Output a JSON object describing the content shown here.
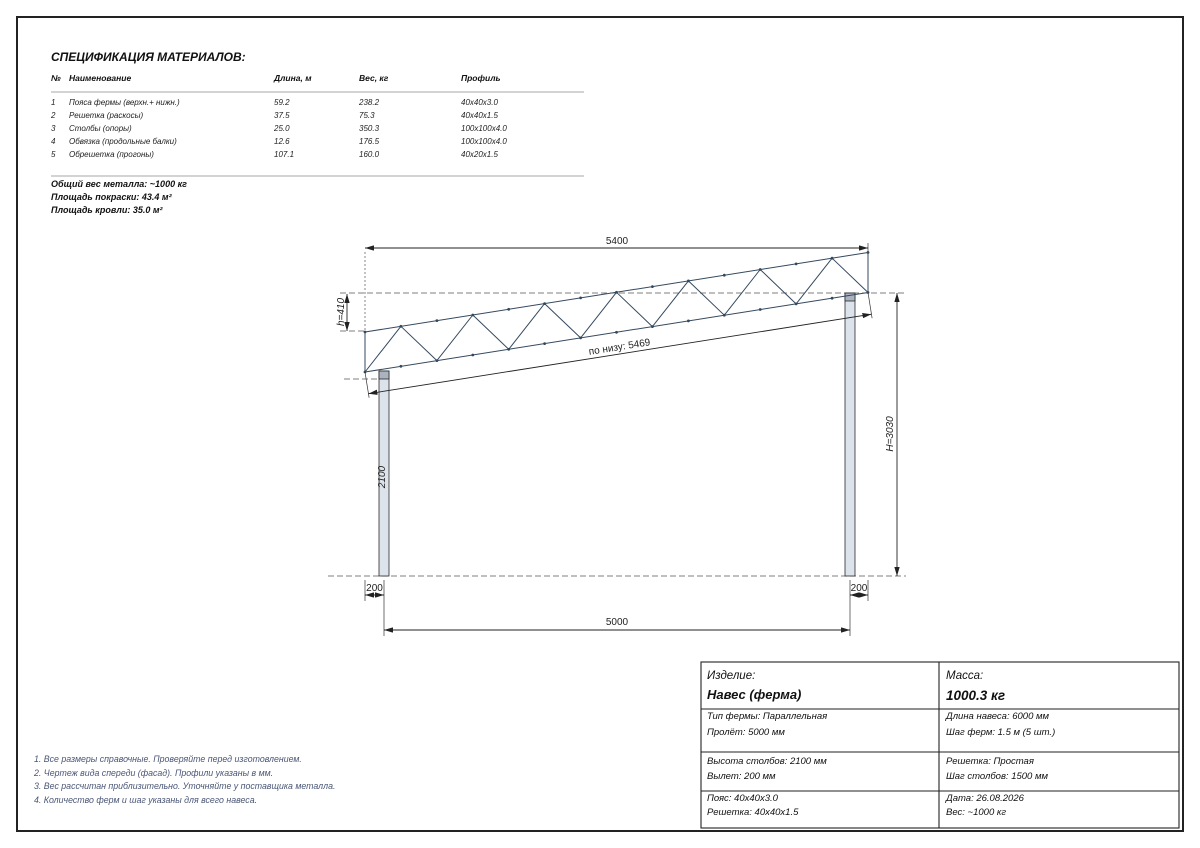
{
  "spec": {
    "title": "СПЕЦИФИКАЦИЯ МАТЕРИАЛОВ:",
    "headers": {
      "num": "№",
      "name": "Наименование",
      "length": "Длина, м",
      "weight": "Вес, кг",
      "profile": "Профиль"
    },
    "rows": [
      {
        "num": "1",
        "name": "Пояса фермы (верхн.+ нижн.)",
        "length": "59.2",
        "weight": "238.2",
        "profile": "40x40x3.0"
      },
      {
        "num": "2",
        "name": "Решетка (раскосы)",
        "length": "37.5",
        "weight": "75.3",
        "profile": "40x40x1.5"
      },
      {
        "num": "3",
        "name": "Столбы (опоры)",
        "length": "25.0",
        "weight": "350.3",
        "profile": "100x100x4.0"
      },
      {
        "num": "4",
        "name": "Обвязка (продольные балки)",
        "length": "12.6",
        "weight": "176.5",
        "profile": "100x100x4.0"
      },
      {
        "num": "5",
        "name": "Обрешетка (прогоны)",
        "length": "107.1",
        "weight": "160.0",
        "profile": "40x20x1.5"
      }
    ],
    "summary": [
      "Общий вес металла: ~1000 кг",
      "Площадь покраски: 43.4 м²",
      "Площадь кровли: 35.0 м²"
    ]
  },
  "drawing": {
    "dimensions": {
      "truss_top_length": "5400",
      "truss_height": "h=410",
      "truss_bottom_length": "по низу: 5469",
      "column_height": "2100",
      "total_height": "H=3030",
      "overhang_left": "200",
      "overhang_right": "200",
      "span": "5000"
    }
  },
  "title_block": {
    "product_label": "Изделие:",
    "product_value": "Навес (ферма)",
    "mass_label": "Масса:",
    "mass_value": "1000.3 кг",
    "rows": [
      {
        "left": [
          "Тип фермы: Параллельная",
          "Пролёт: 5000 мм"
        ],
        "right": [
          "Длина навеса: 6000 мм",
          "Шаг ферм: 1.5 м (5 шт.)"
        ]
      },
      {
        "left": [
          "Высота столбов: 2100 мм",
          "Вылет: 200 мм"
        ],
        "right": [
          "Решетка: Простая",
          "Шаг столбов: 1500 мм"
        ]
      },
      {
        "left": [
          "Пояс: 40x40x3.0",
          "Решетка: 40x40x1.5"
        ],
        "right": [
          "Дата: 26.08.2026",
          "Вес: ~1000 кг"
        ]
      }
    ]
  },
  "notes": [
    "1. Все размеры справочные. Проверяйте перед изготовлением.",
    "2. Чертеж вида спереди (фасад). Профили указаны в мм.",
    "3. Вес рассчитан приблизительно. Уточняйте у поставщика металла.",
    "4. Количество ферм и шаг указаны для всего навеса."
  ],
  "colors": {
    "line": "#222222",
    "truss": "#34495e",
    "column_fill": "#dde3ea",
    "column_cap": "#aab3bf",
    "notes": "#4a5676"
  }
}
